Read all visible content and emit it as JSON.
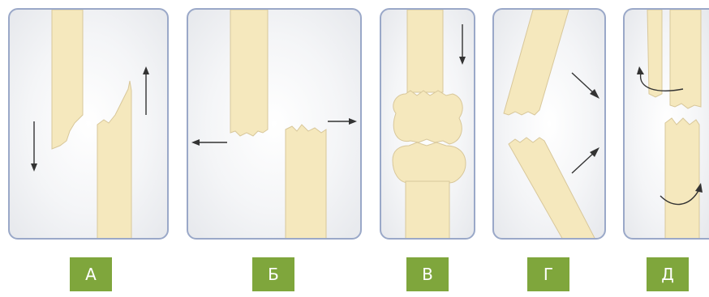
{
  "panels": [
    {
      "id": "a",
      "label": "А",
      "description_type": "longitudinal-displacement"
    },
    {
      "id": "b",
      "label": "Б",
      "description_type": "lateral-displacement"
    },
    {
      "id": "v",
      "label": "В",
      "description_type": "impaction"
    },
    {
      "id": "g",
      "label": "Г",
      "description_type": "angular-displacement"
    },
    {
      "id": "d",
      "label": "Д",
      "description_type": "rotational-displacement"
    }
  ],
  "colors": {
    "bone": "#f5e8bd",
    "border": "#9aa8c8",
    "label_bg": "#7fa63c",
    "label_text": "#ffffff"
  }
}
